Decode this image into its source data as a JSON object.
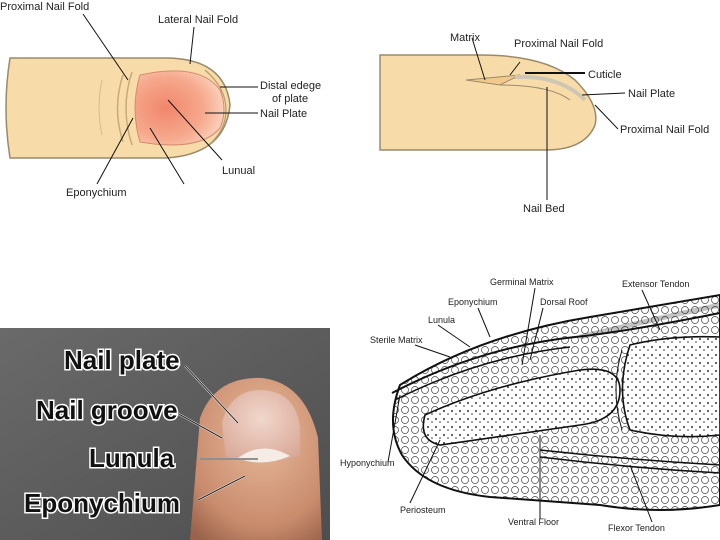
{
  "top_left": {
    "labels": {
      "proximal_nail_fold": "Proximal Nail Fold",
      "lateral_nail_fold": "Lateral Nail Fold",
      "distal_edge_line1": "Distal edege",
      "distal_edge_line2": "of plate",
      "nail_plate": "Nail Plate",
      "lunual": "Lunual",
      "eponychium": "Eponychium"
    }
  },
  "top_right": {
    "labels": {
      "matrix": "Matrix",
      "proximal_nail_fold_top": "Proximal Nail Fold",
      "cuticle": "Cuticle",
      "nail_plate": "Nail Plate",
      "proximal_nail_fold_bottom": "Proximal Nail Fold",
      "nail_bed": "Nail Bed"
    }
  },
  "photo": {
    "labels": {
      "nail_plate": "Nail plate",
      "nail_groove": "Nail groove",
      "lunula": "Lunula",
      "eponychium": "Eponychium"
    }
  },
  "anatomy": {
    "labels": {
      "germinal_matrix": "Germinal Matrix",
      "extensor_tendon": "Extensor Tendon",
      "eponychium": "Eponychium",
      "dorsal_roof": "Dorsal Roof",
      "lunula": "Lunula",
      "sterile_matrix": "Sterile Matrix",
      "hyponychium": "Hyponychium",
      "periosteum": "Periosteum",
      "ventral_floor": "Ventral Floor",
      "flexor_tendon": "Flexor Tendon"
    }
  },
  "colors": {
    "skin": "#f7dcaa",
    "skin_outline": "#9a8a6a",
    "nail_pink": "#f4a58a",
    "photo_bg": "#5f5f5f"
  }
}
